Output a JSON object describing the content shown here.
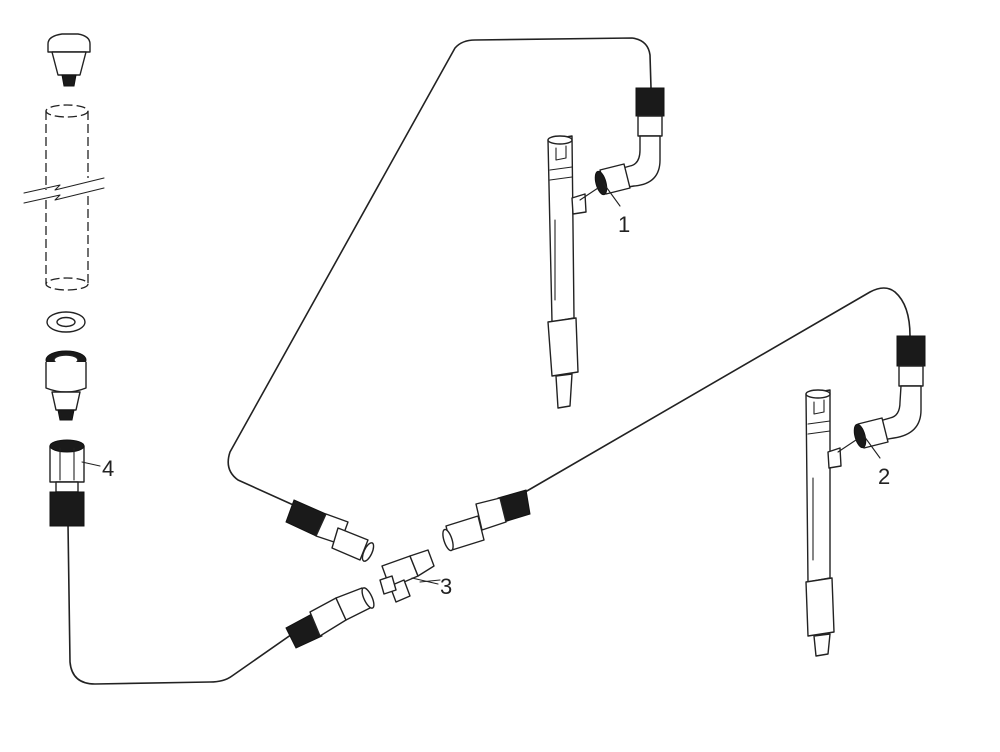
{
  "callouts": [
    {
      "id": "1",
      "text": "1",
      "part": "injector-pipe-connection-1"
    },
    {
      "id": "2",
      "text": "2",
      "part": "injector-pipe-connection-2"
    },
    {
      "id": "3",
      "text": "3",
      "part": "tee-fitting"
    },
    {
      "id": "4",
      "text": "4",
      "part": "inlet-union-nut"
    }
  ]
}
